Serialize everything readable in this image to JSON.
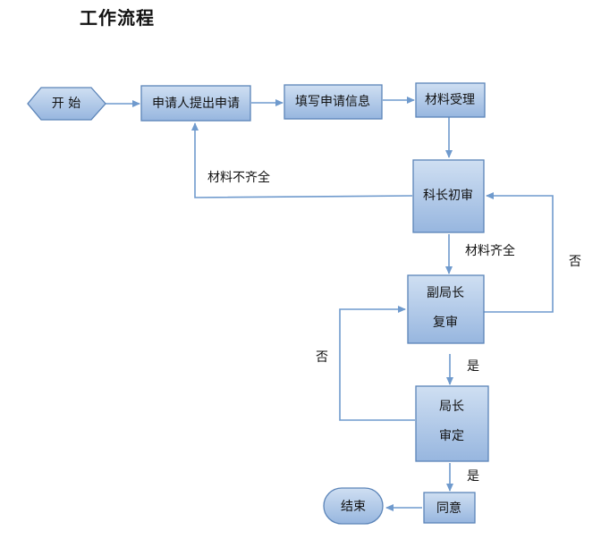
{
  "title": "工作流程",
  "nodes": {
    "start": "开 始",
    "apply": "申请人提出申请",
    "fill_info": "填写申请信息",
    "accept": "材料受理",
    "section_review": "科长初审",
    "deputy_review_line1": "副局长",
    "deputy_review_line2": "复审",
    "director_review_line1": "局长",
    "director_review_line2": "审定",
    "agree": "同意",
    "end": "结束"
  },
  "edges": {
    "incomplete": "材料不齐全",
    "complete": "材料齐全",
    "no_right": "否",
    "no_left": "否",
    "yes_1": "是",
    "yes_2": "是"
  },
  "colors": {
    "box_top": "#c6d8ee",
    "box_bottom": "#9dbbe2",
    "box_border": "#5b84b8",
    "arrow": "#6f9acd"
  }
}
